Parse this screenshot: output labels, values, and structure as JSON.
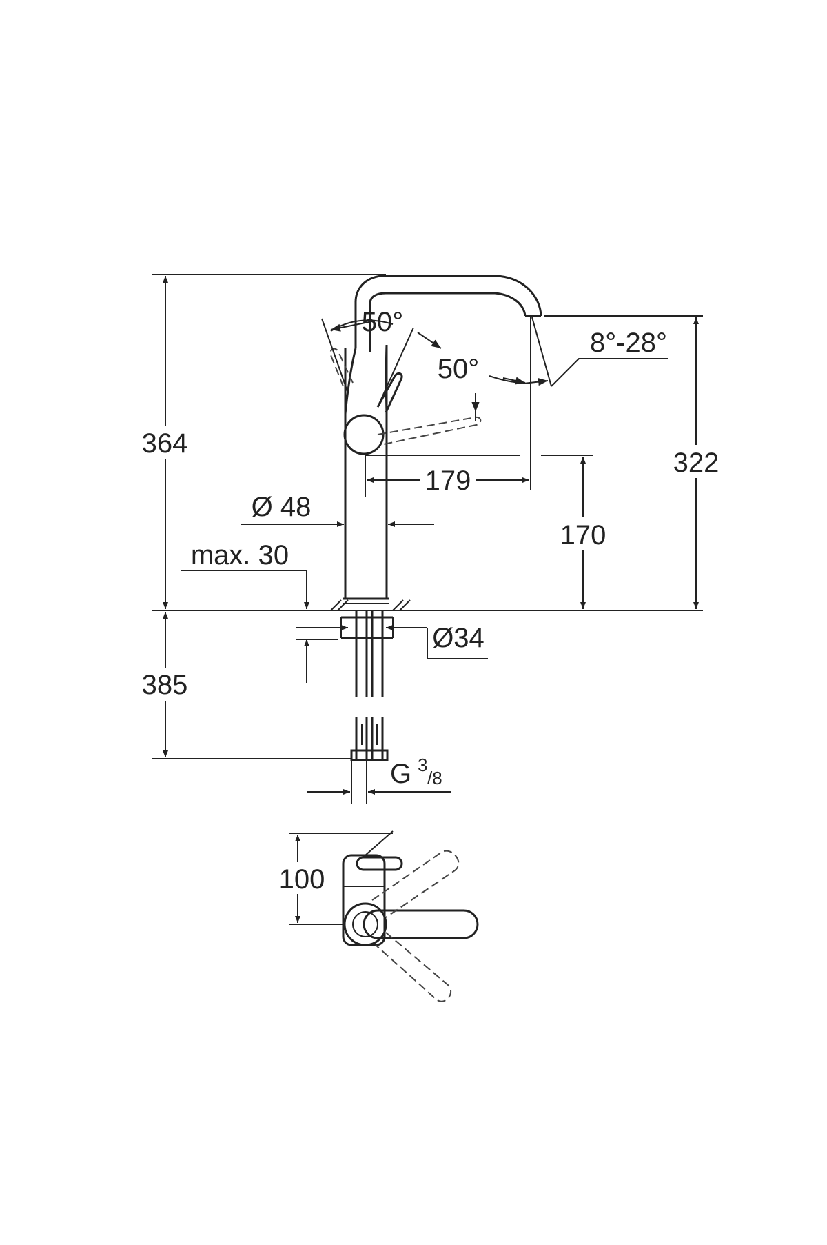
{
  "dimensions": {
    "total_height": "364",
    "spout_height": "322",
    "spout_reach": "179",
    "spout_outlet_height": "170",
    "body_diameter": "Ø 48",
    "max_thickness": "max. 30",
    "hole_diameter": "Ø34",
    "hose_length": "385",
    "thread_main": "G",
    "thread_num": "3",
    "thread_den": "/8",
    "handle_angle_top": "50°",
    "handle_angle_side": "50°",
    "spout_angle": "8°-28°",
    "top_view_depth": "100"
  },
  "colors": {
    "line": "#222222",
    "background": "#ffffff"
  }
}
